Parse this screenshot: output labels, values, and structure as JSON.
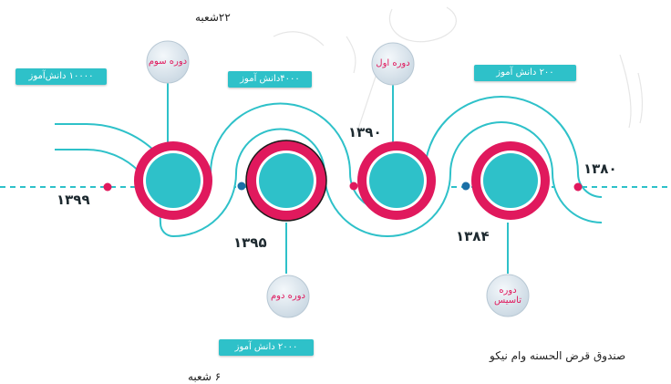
{
  "colors": {
    "teal": "#2ec1c9",
    "magenta": "#e0195d",
    "navy_dot": "#1b6fa6",
    "bubble_fill": "#dde7ee",
    "text_dark": "#1e2a30"
  },
  "top_branches": "۲۲شعبه",
  "bottom_branches": "۶ شعبه",
  "caption": "صندوق قرض الحسنه وام نیکو",
  "years": {
    "y1380": "۱۳۸۰",
    "y1384": "۱۳۸۴",
    "y1390": "۱۳۹۰",
    "y1395": "۱۳۹۵",
    "y1399": "۱۳۹۹"
  },
  "periods": {
    "founding": "دوره تاسیس",
    "first": "دوره اول",
    "second": "دوره دوم",
    "third": "دوره سوم"
  },
  "students": {
    "s200": "۲۰۰ دانش آموز",
    "s2000": "۲۰۰۰ دانش آموز",
    "s4000": "۴۰۰۰دانش آموز",
    "s10000": "۱۰۰۰۰ دانش‌آموز"
  }
}
